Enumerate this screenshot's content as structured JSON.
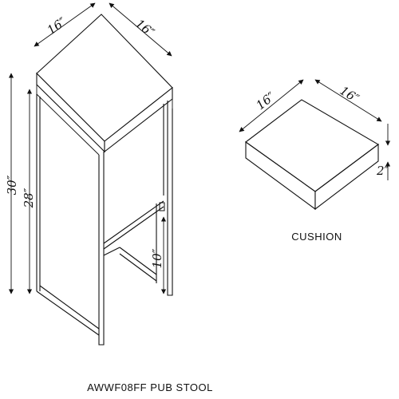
{
  "stool": {
    "top_width_label": "16″",
    "top_depth_label": "16″",
    "total_height_label": "30″",
    "seat_height_label": "28″",
    "footrest_height_label": "10″"
  },
  "cushion": {
    "width_label": "16″",
    "depth_label": "16″",
    "thickness_label": "2″",
    "title": "CUSHION"
  },
  "caption": "AWWF08FF PUB STOOL"
}
